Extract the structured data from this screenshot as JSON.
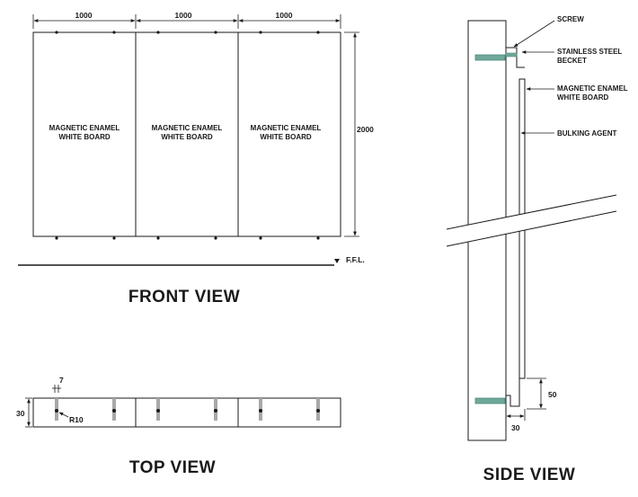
{
  "front_view": {
    "title": "FRONT  VIEW",
    "panel_label_line1": "MAGNETIC ENAMEL",
    "panel_label_line2": "WHITE BOARD",
    "width_dims": [
      "1000",
      "1000",
      "1000"
    ],
    "height_dim": "2000",
    "floor_label": "F.F.L."
  },
  "top_view": {
    "title": "TOP  VIEW",
    "depth_dim": "30",
    "gap_dim": "7",
    "radius_dim": "R10"
  },
  "side_view": {
    "title": "SIDE  VIEW",
    "screw_label": "SCREW",
    "bracket_line1": "STAINLESS STEEL",
    "bracket_line2": "BECKET",
    "board_line1": "MAGNETIC  ENAMEL",
    "board_line2": "WHITE  BOARD",
    "bulking_label": "BULKING  AGENT",
    "dim_50": "50",
    "dim_30": "30"
  },
  "colors": {
    "line": "#1a1a1a",
    "anchor": "#6fa89a",
    "anchor_dark": "#4d8a7c",
    "top_post": "#a8a8a8"
  }
}
